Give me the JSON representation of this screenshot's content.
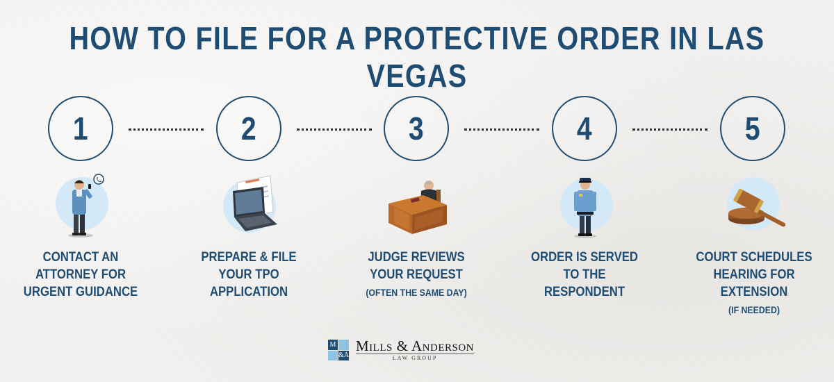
{
  "title": "HOW TO FILE FOR A PROTECTIVE ORDER IN LAS VEGAS",
  "steps": [
    {
      "number": "1",
      "lines": [
        "CONTACT AN",
        "ATTORNEY FOR",
        "URGENT GUIDANCE"
      ],
      "note": "",
      "icon": "attorney-phone-icon"
    },
    {
      "number": "2",
      "lines": [
        "PREPARE & FILE",
        "YOUR TPO",
        "APPLICATION"
      ],
      "note": "",
      "icon": "laptop-form-icon"
    },
    {
      "number": "3",
      "lines": [
        "JUDGE REVIEWS",
        "YOUR REQUEST"
      ],
      "note": "(OFTEN THE SAME DAY)",
      "icon": "judge-bench-icon"
    },
    {
      "number": "4",
      "lines": [
        "ORDER IS SERVED",
        "TO THE",
        "RESPONDENT"
      ],
      "note": "",
      "icon": "police-officer-icon"
    },
    {
      "number": "5",
      "lines": [
        "COURT SCHEDULES",
        "HEARING FOR",
        "EXTENSION"
      ],
      "note": "(IF NEEDED)",
      "icon": "gavel-icon"
    }
  ],
  "logo": {
    "mark": [
      "M",
      "",
      "",
      "&A"
    ],
    "name": "Mills & Anderson",
    "sub": "LAW GROUP"
  },
  "colors": {
    "primary": "#1e4c73",
    "accent": "#8fc3e3",
    "background": "#f2f1ef"
  }
}
